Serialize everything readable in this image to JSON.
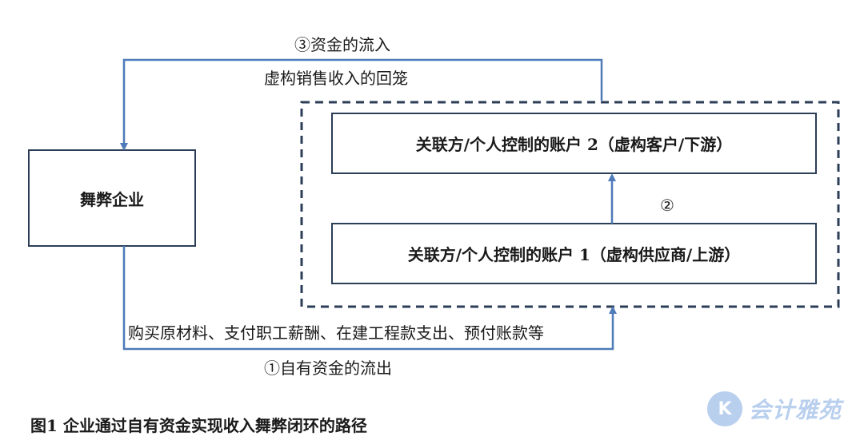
{
  "diagram": {
    "enterprise_box": "舞弊企业",
    "account2_box": "关联方/个人控制的账户 2（虚构客户/下游）",
    "account1_box": "关联方/个人控制的账户 1（虚构供应商/上游）",
    "top_label_line1": "③资金的流入",
    "top_label_line2": "虚构销售收入的回笼",
    "middle_label": "②",
    "bottom_label_line1": "购买原材料、支付职工薪酬、在建工程款支出、预付账款等",
    "bottom_label_line2": "①自有资金的流出",
    "arrow_color": "#4f7bb8",
    "box_border_color": "#2c3e57"
  },
  "caption": "图1  企业通过自有资金实现收入舞弊闭环的路径",
  "watermark": {
    "icon": "k-logo-icon",
    "text": "会计雅苑",
    "color": "#b9cfee"
  }
}
